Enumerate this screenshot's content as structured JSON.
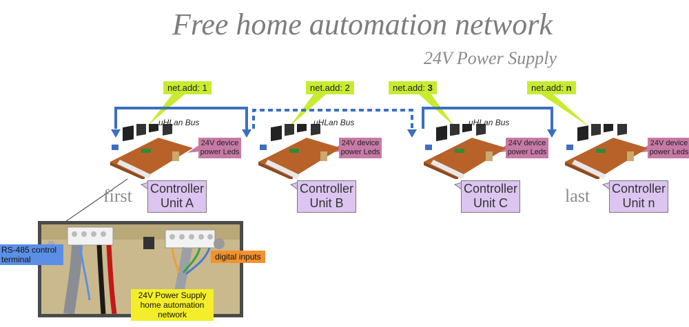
{
  "title": "Free home automation network",
  "subtitle": "24V Power Supply",
  "bus_label": "uHLan Bus",
  "net_add_prefix": "net.add:",
  "units": [
    {
      "net_add": "1",
      "led_label": "24V device power Leds",
      "controller_line1": "Controller",
      "controller_line2": "Unit A",
      "order_label": "first"
    },
    {
      "net_add": "2",
      "led_label": "24V device power Leds",
      "controller_line1": "Controller",
      "controller_line2": "Unit B",
      "order_label": ""
    },
    {
      "net_add": "3",
      "led_label": "24V device power Leds",
      "controller_line1": "Controller",
      "controller_line2": "Unit C",
      "order_label": ""
    },
    {
      "net_add": "n",
      "led_label": "24V device power Leds",
      "controller_line1": "Controller",
      "controller_line2": "Unit n",
      "order_label": "last"
    }
  ],
  "inset": {
    "rs485_label": "RS-485 control terminal",
    "digital_inputs_label": "digital inputs",
    "power_label": "24V Power Supply home automation network"
  },
  "colors": {
    "bus": "#3d6fbf",
    "callout": "#c8eb32",
    "controller_box": "#dcc5f0",
    "led_label": "#c77aa6",
    "rs485_tag": "#5b8fe6",
    "digital_tag": "#f0922e",
    "power_tag": "#f4ee2a"
  }
}
